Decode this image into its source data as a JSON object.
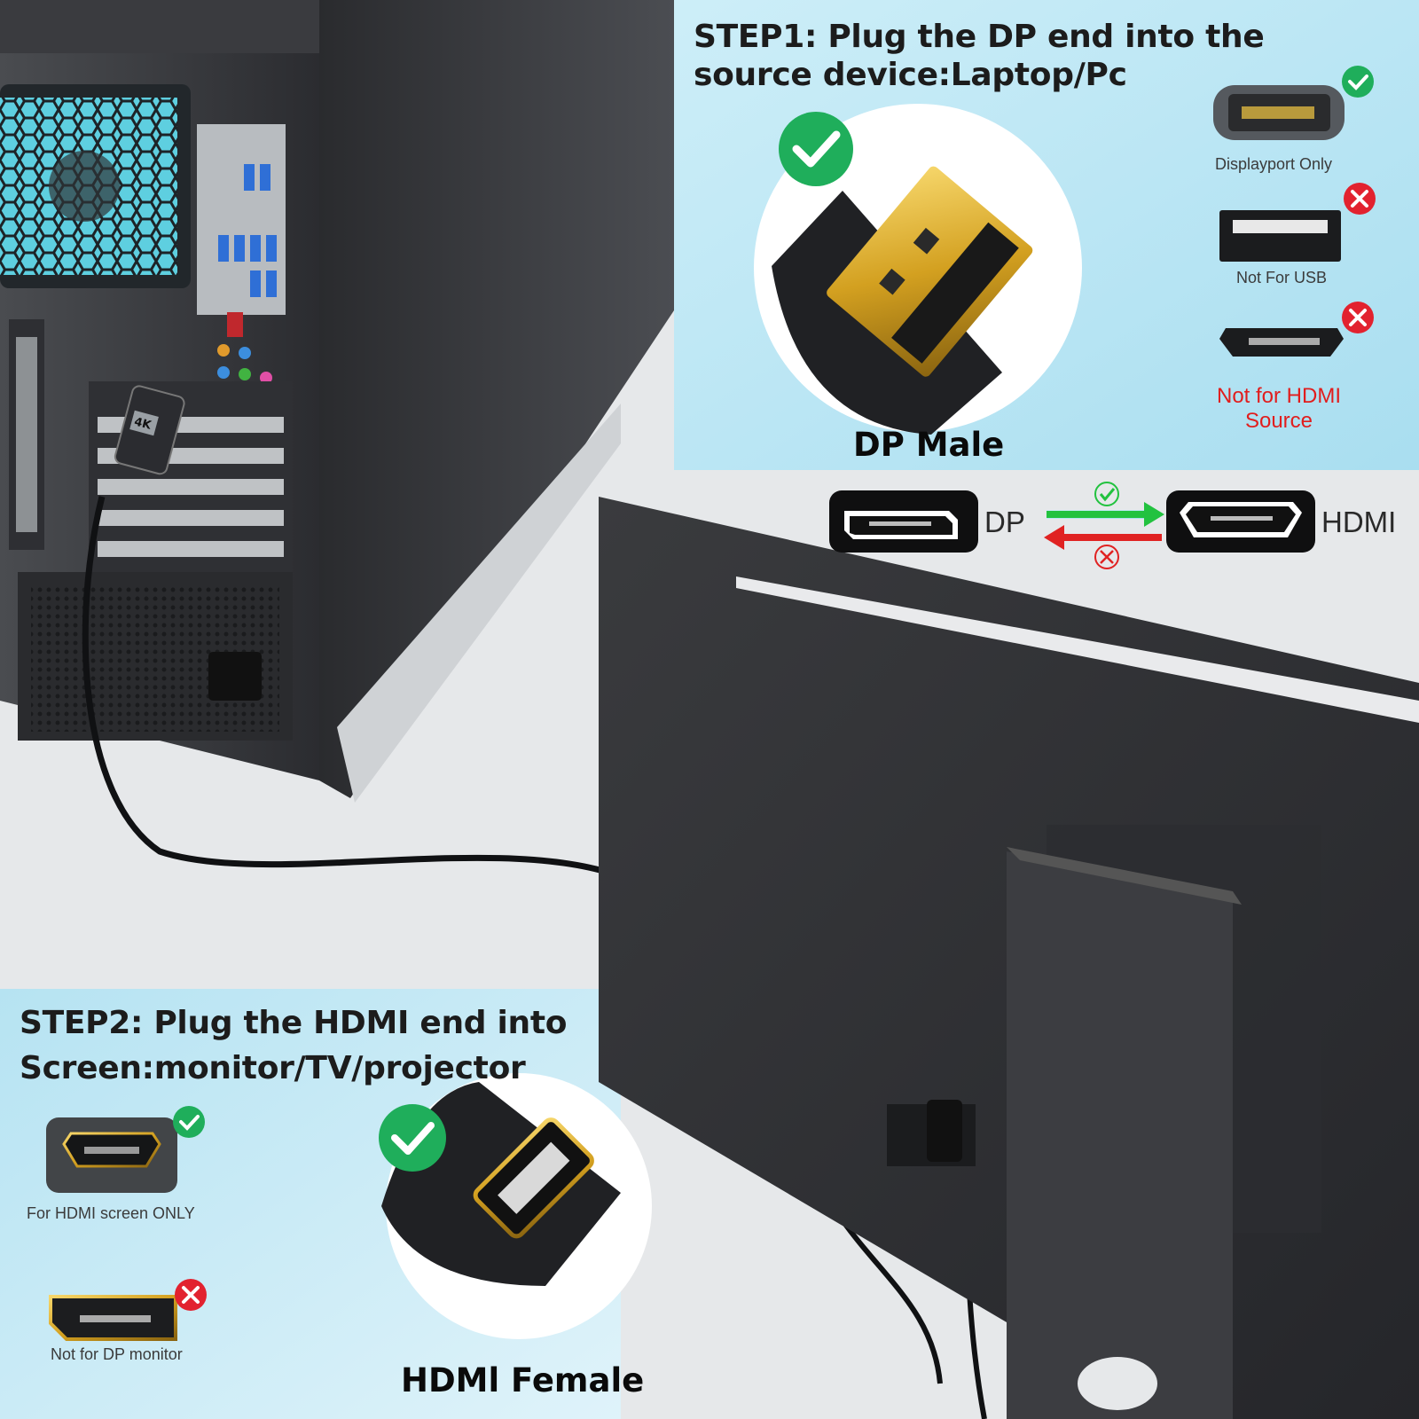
{
  "step1": {
    "line1": "STEP1: Plug the DP end into the",
    "line2": "source device:Laptop/Pc"
  },
  "dp_male_label": "DP Male",
  "source_ports": [
    {
      "label": "Displayport Only",
      "status": "ok"
    },
    {
      "label": "Not For USB",
      "status": "no"
    },
    {
      "label_line1": "Not for HDMI",
      "label_line2": "Source",
      "status": "no"
    }
  ],
  "direction_legend": {
    "left_label": "DP",
    "right_label": "HDMI",
    "forward_status": "ok",
    "reverse_status": "no"
  },
  "step2": {
    "line1": "STEP2: Plug the HDMI end into",
    "line2": "Screen:monitor/TV/projector"
  },
  "hdmi_female_label": "HDMl Female",
  "screen_ports": [
    {
      "label": "For HDMI screen ONLY",
      "status": "ok"
    },
    {
      "label": "Not for DP monitor",
      "status": "no"
    }
  ],
  "adapter_badge": "4K",
  "colors": {
    "panel_blue": "#bfe6f3",
    "ok_green": "#1fae5b",
    "no_red": "#e2222f",
    "arrow_green": "#22c23f",
    "arrow_red": "#e02222",
    "gold": "#d4a21c"
  },
  "icons": [
    "check-circle-icon",
    "cross-circle-icon",
    "displayport-port-icon",
    "usb-port-icon",
    "hdmi-port-icon",
    "dp-connector-icon",
    "hdmi-connector-icon"
  ]
}
